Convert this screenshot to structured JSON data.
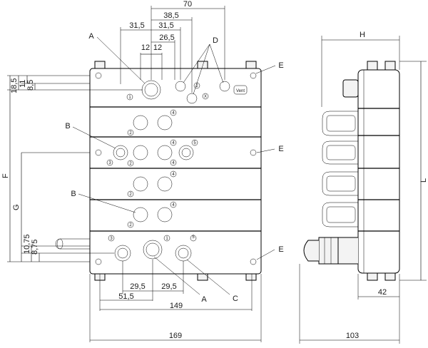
{
  "front_view": {
    "dims_top": [
      "70",
      "38,5",
      "31,5",
      "31,5",
      "26,5",
      "12",
      "12"
    ],
    "dims_left": [
      "18,5",
      "11",
      "8,5",
      "F",
      "G",
      "10,75",
      "8,75"
    ],
    "dims_bottom": [
      "29,5",
      "29,5",
      "51,5",
      "149",
      "169"
    ],
    "callouts": [
      "A",
      "B",
      "B",
      "D",
      "E",
      "E",
      "E",
      "A",
      "C"
    ],
    "port_numbers": [
      "1",
      "2",
      "X",
      "4",
      "2",
      "4",
      "3",
      "2",
      "4",
      "5",
      "4",
      "2",
      "4",
      "2",
      "3",
      "1",
      "5"
    ],
    "top_plate_label": "Vent"
  },
  "side_view": {
    "dims": [
      "H",
      "L",
      "42",
      "103"
    ]
  }
}
